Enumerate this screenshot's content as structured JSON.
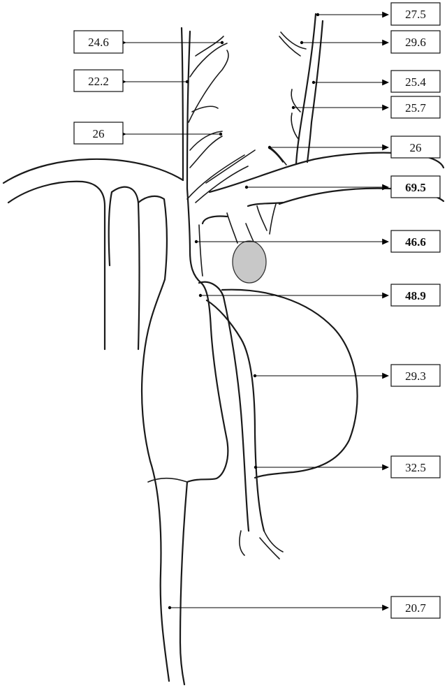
{
  "labels": [
    {
      "id": "m1",
      "value": "24.6",
      "bold": false
    },
    {
      "id": "m2",
      "value": "22.2",
      "bold": false
    },
    {
      "id": "m3",
      "value": "26",
      "bold": false
    },
    {
      "id": "m4",
      "value": "27.5",
      "bold": false
    },
    {
      "id": "m5",
      "value": "29.6",
      "bold": false
    },
    {
      "id": "m6",
      "value": "25.4",
      "bold": false
    },
    {
      "id": "m7",
      "value": "25.7",
      "bold": false
    },
    {
      "id": "m8",
      "value": "26",
      "bold": false
    },
    {
      "id": "m9",
      "value": "69.5",
      "bold": true
    },
    {
      "id": "m10",
      "value": "46.6",
      "bold": true
    },
    {
      "id": "m11",
      "value": "48.9",
      "bold": true
    },
    {
      "id": "m12",
      "value": "29.3",
      "bold": false
    },
    {
      "id": "m13",
      "value": "32.5",
      "bold": false
    },
    {
      "id": "m14",
      "value": "20.7",
      "bold": false
    }
  ],
  "highlight_color": "#c8c8c8"
}
